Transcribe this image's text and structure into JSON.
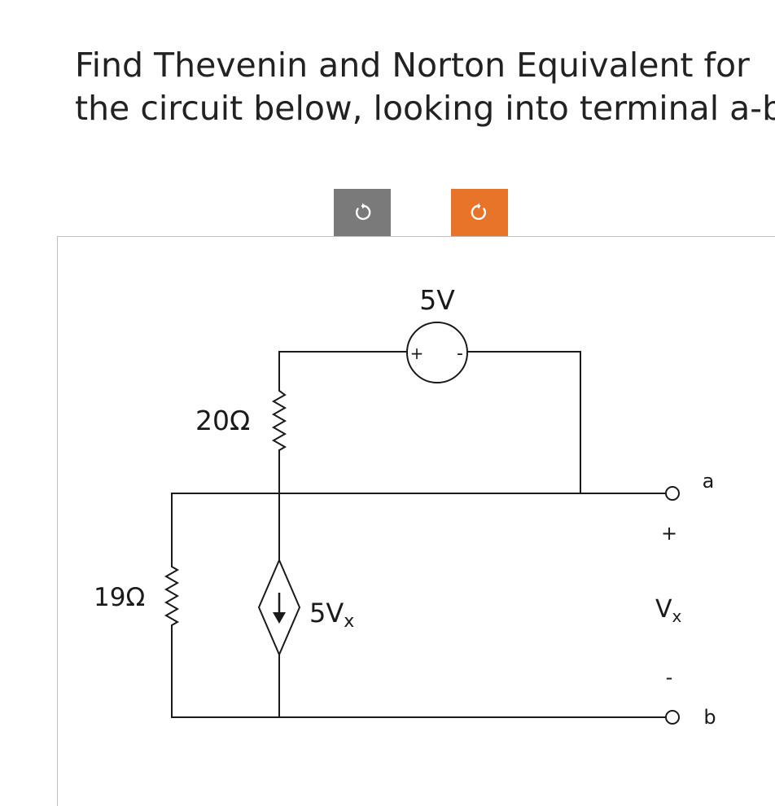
{
  "question": {
    "line1": "Find Thevenin and Norton Equivalent for",
    "line2": "the circuit below, looking into terminal a-b."
  },
  "toolbar": {
    "rotate_ccw_icon": "rotate-counterclockwise",
    "rotate_cw_icon": "rotate-clockwise",
    "rotate_ccw_color": "#7a7a7a",
    "rotate_cw_color": "#e8742a"
  },
  "circuit": {
    "voltage_source_label": "5V",
    "voltage_plus": "+",
    "voltage_minus": "-",
    "r20_label": "20Ω",
    "r19_label": "19Ω",
    "dep_source_label_main": "5V",
    "dep_source_label_sub": "x",
    "vx_plus": "+",
    "vx_label_main": "V",
    "vx_label_sub": "x",
    "vx_minus": "-",
    "terminal_a": "a",
    "terminal_b": "b"
  }
}
